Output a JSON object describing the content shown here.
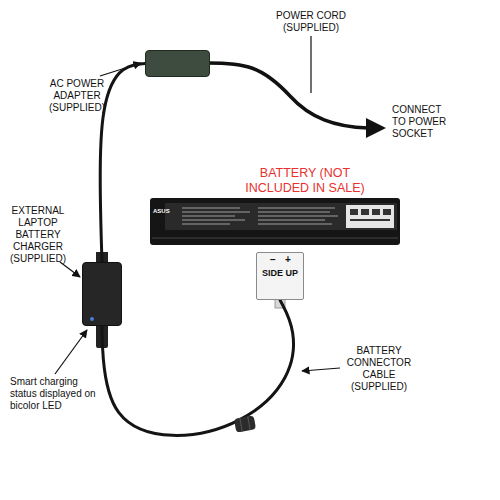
{
  "diagram": {
    "nodes": [
      {
        "text": [
          "AC POWER ADAPTER (SUPPLIED)"
        ]
      },
      {
        "text": [
          "BATTERY (NOT INCLUDED IN SALE)",
          "ASUS"
        ]
      },
      {
        "text": [
          "−",
          "+",
          "SIDE UP"
        ]
      },
      {
        "text": [
          "EXTERNAL LAPTOP BATTERY CHARGER (SUPPLIED)"
        ]
      }
    ],
    "edges": [
      {
        "from": 0,
        "to": 3,
        "arrow": "none"
      },
      {
        "from": 3,
        "to": 2,
        "arrow": "none"
      }
    ],
    "labels": [
      "POWER CORD (SUPPLIED)",
      "CONNECT TO POWER SOCKET",
      "BATTERY CONNECTOR CABLE (SUPPLIED)",
      "Smart charging status displayed on bicolor LED"
    ]
  }
}
